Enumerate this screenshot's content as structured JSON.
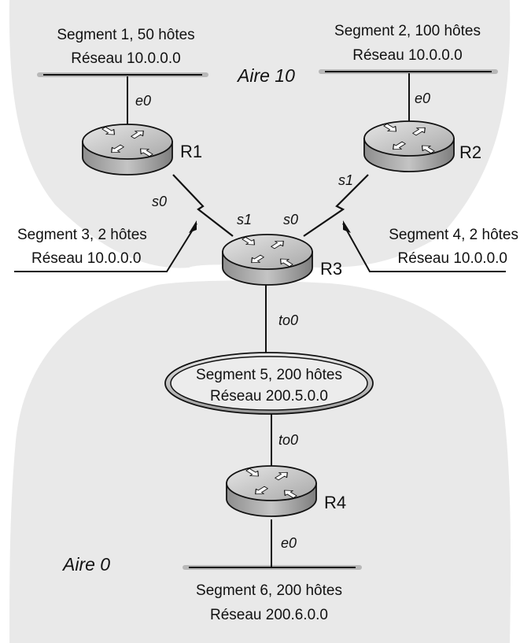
{
  "areas": {
    "area10": "Aire 10",
    "area0": "Aire 0"
  },
  "routers": {
    "r1": "R1",
    "r2": "R2",
    "r3": "R3",
    "r4": "R4"
  },
  "segments": {
    "s1": {
      "line1": "Segment 1, 50 hôtes",
      "line2": "Réseau 10.0.0.0"
    },
    "s2": {
      "line1": "Segment 2, 100 hôtes",
      "line2": "Réseau 10.0.0.0"
    },
    "s3": {
      "line1": "Segment 3, 2 hôtes",
      "line2": "Réseau 10.0.0.0"
    },
    "s4": {
      "line1": "Segment 4, 2 hôtes",
      "line2": "Réseau 10.0.0.0"
    },
    "s5": {
      "line1": "Segment 5, 200 hôtes",
      "line2": "Réseau 200.5.0.0"
    },
    "s6": {
      "line1": "Segment 6, 200 hôtes",
      "line2": "Réseau 200.6.0.0"
    }
  },
  "interfaces": {
    "r1_e0": "e0",
    "r2_e0": "e0",
    "r1_s0": "s0",
    "r2_s1": "s1",
    "r3_s1": "s1",
    "r3_s0": "s0",
    "r3_to0": "to0",
    "r4_to0": "to0",
    "r4_e0": "e0"
  },
  "colors": {
    "area_fill": "#e9e9e9",
    "router_body": "#9a9a9a",
    "router_top": "#cfcfcf",
    "bus": "#b8b8b8",
    "line": "#111111"
  }
}
